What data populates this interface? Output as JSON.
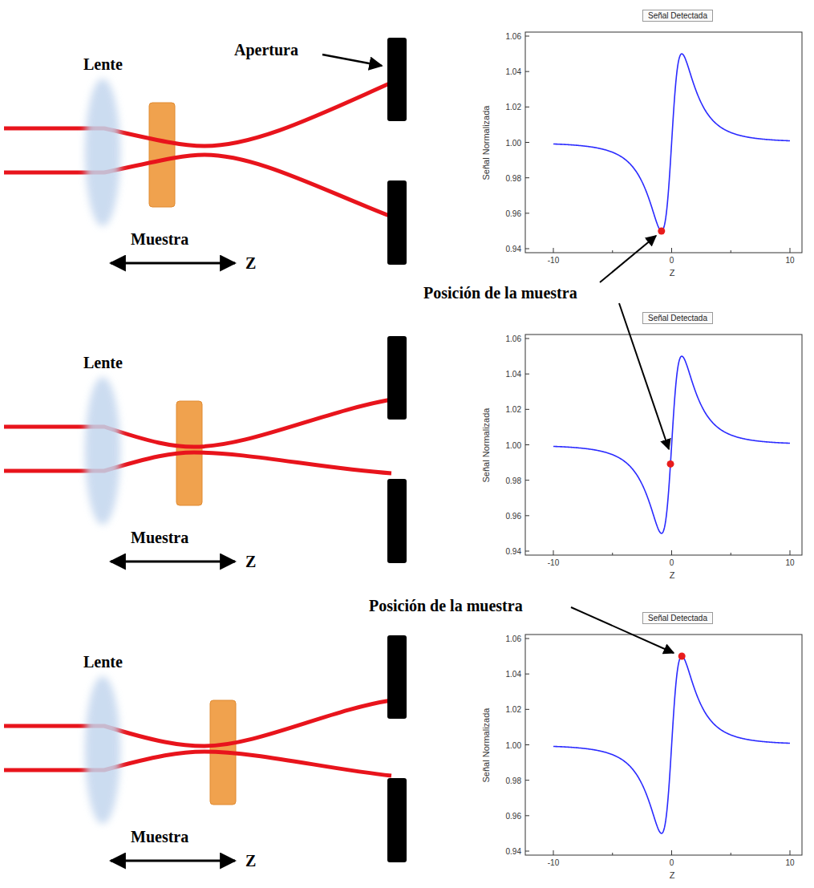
{
  "diagram": {
    "nodes": [
      {
        "text": [
          "Señal Detectada"
        ]
      },
      {
        "text": [
          "Señal Detectada"
        ]
      },
      {
        "text": [
          "Señal Detectada"
        ]
      }
    ],
    "labels": [
      "Apertura",
      "Lente",
      "Muestra",
      "Z",
      "Lente",
      "Muestra",
      "Z",
      "Lente",
      "Muestra",
      "Z",
      "Posición de la muestra",
      "Posición de la muestra",
      "1.06",
      "1.04",
      "1.02",
      "1.00",
      "0.98",
      "0.96",
      "0.94",
      "-10",
      "0",
      "10",
      "Señal Normalizada",
      "Z",
      "1.06",
      "1.04",
      "1.02",
      "1.00",
      "0.98",
      "0.96",
      "0.94",
      "-10",
      "0",
      "10",
      "Señal Normalizada",
      "Z",
      "1.06",
      "1.04",
      "1.02",
      "1.00",
      "0.98",
      "0.96",
      "0.94",
      "-10",
      "0",
      "10",
      "Señal Normalizada",
      "Z"
    ]
  }
}
